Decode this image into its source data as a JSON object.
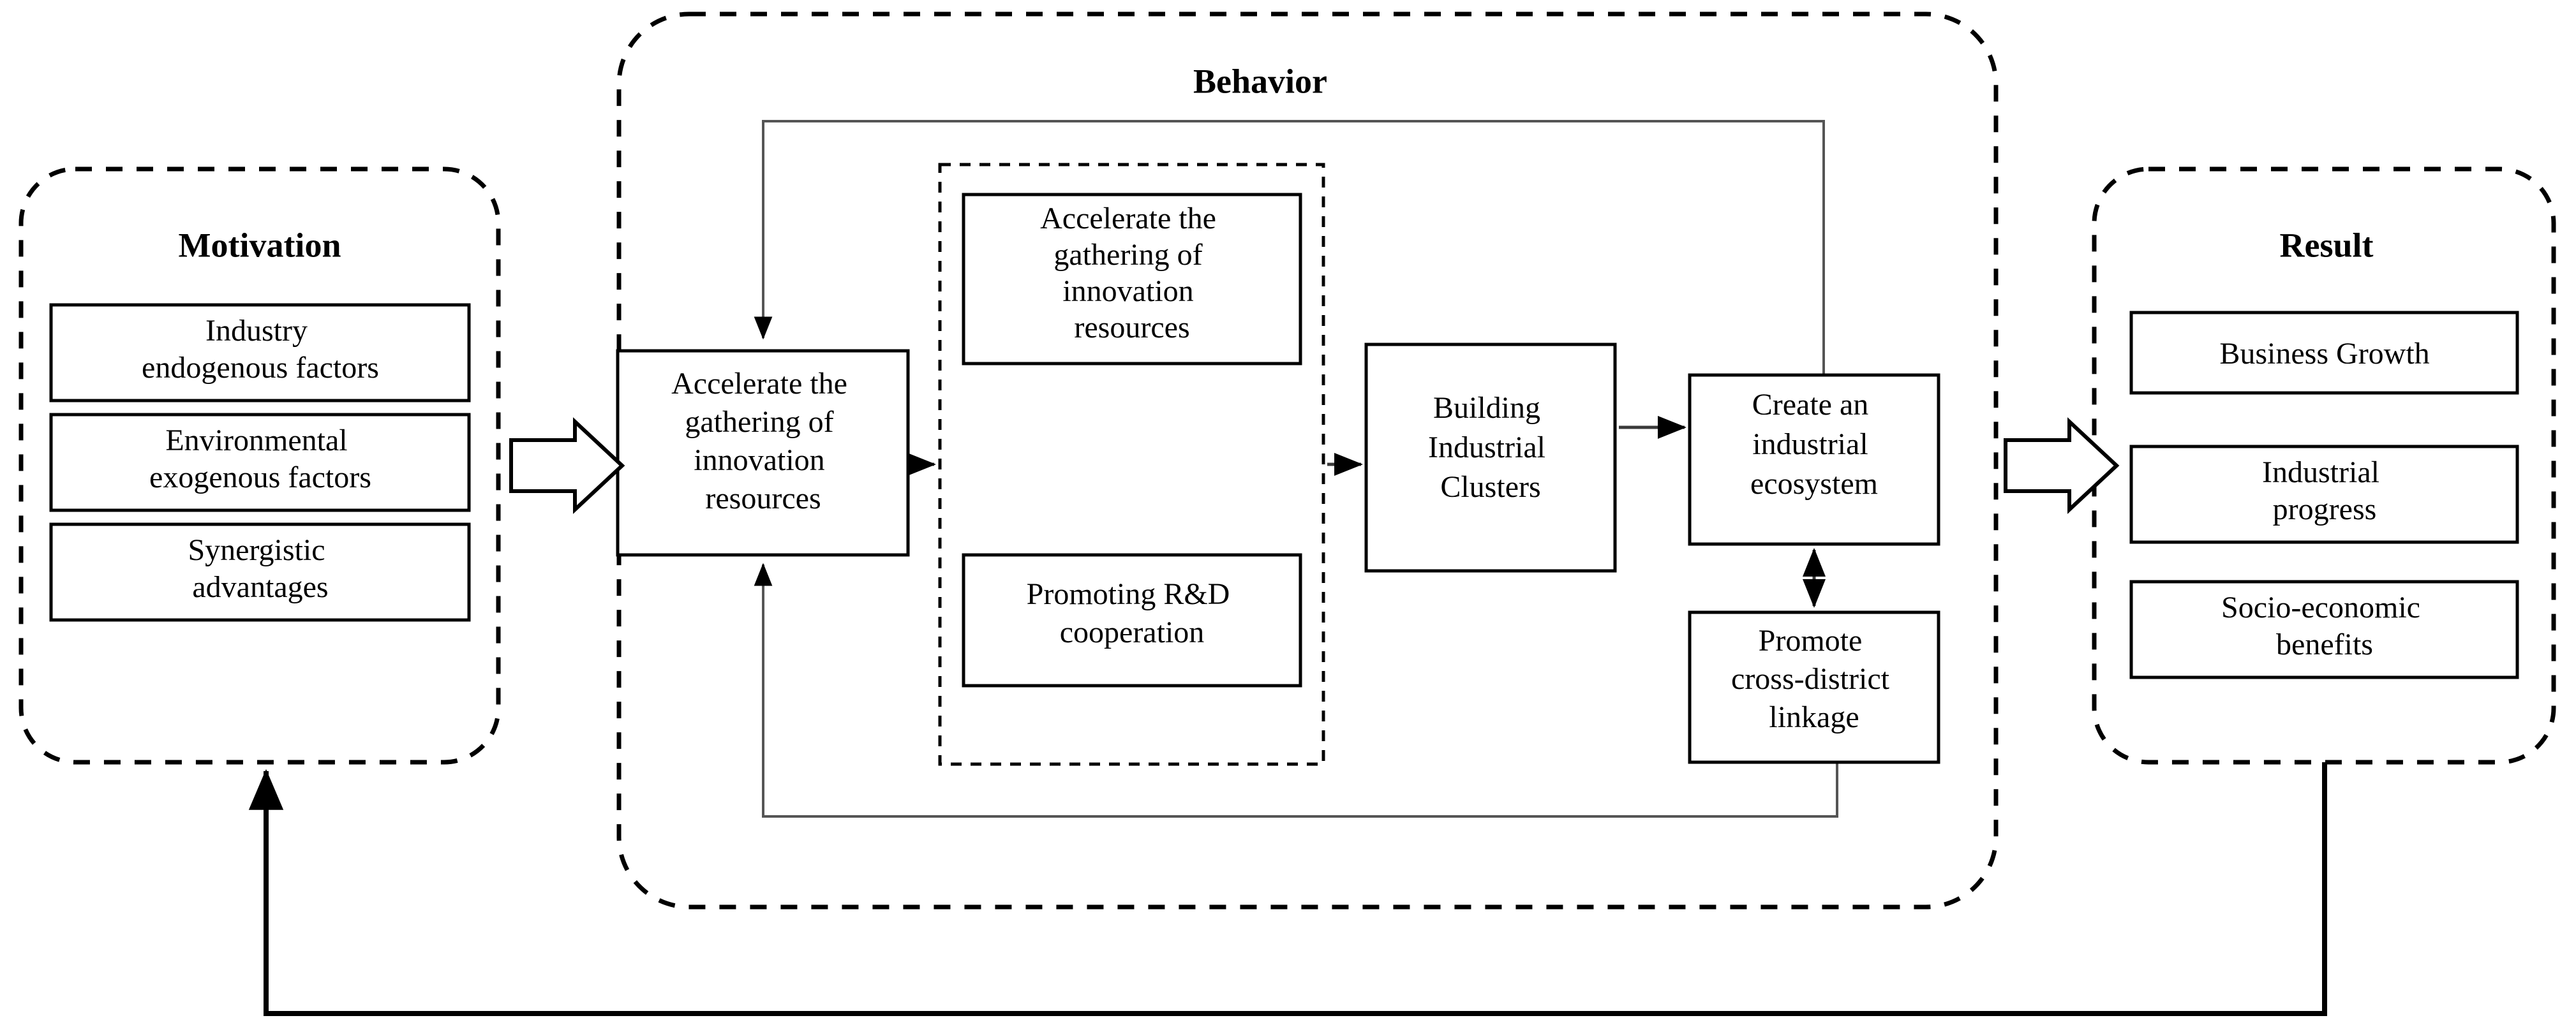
{
  "diagram": {
    "title_text": "",
    "panels": [
      {
        "id": "motivation",
        "title": "Motivation",
        "items": [
          {
            "label": "Industry endogenous factors"
          },
          {
            "label": "Environmental exogenous factors"
          },
          {
            "label": "Synergistic advantages"
          }
        ]
      },
      {
        "id": "behavior",
        "title": "Behavior",
        "nodes": [
          {
            "id": "accelerate-main",
            "label": "Accelerate the gathering of innovation resources"
          },
          {
            "id": "accelerate-inner",
            "label": "Accelerate the gathering of innovation resources"
          },
          {
            "id": "rnd",
            "label": "Promoting R&D cooperation"
          },
          {
            "id": "clusters",
            "label": "Building Industrial Clusters"
          },
          {
            "id": "ecosystem",
            "label": "Create an industrial ecosystem"
          },
          {
            "id": "linkage",
            "label": "Promote cross-district linkage"
          }
        ]
      },
      {
        "id": "result",
        "title": "Result",
        "items": [
          {
            "label": "Business Growth"
          },
          {
            "label": "Industrial progress"
          },
          {
            "label": "Socio-economic benefits"
          }
        ]
      }
    ],
    "colors": {
      "stroke": "#000000",
      "thin_stroke": "#555555",
      "background": "#ffffff"
    },
    "lines": {
      "motivation_to_behavior": "block-arrow-right",
      "behavior_to_result": "block-arrow-right",
      "result_to_motivation": "feedback-loop-bottom",
      "ecosystem_to_accelerate_top": "thin-feedback-top",
      "linkage_to_accelerate_bottom": "thin-feedback-bottom"
    },
    "text_lines": {
      "motivation_item_0": [
        "Industry",
        "endogenous factors"
      ],
      "motivation_item_1": [
        "Environmental",
        "exogenous factors"
      ],
      "motivation_item_2": [
        "Synergistic",
        "advantages"
      ],
      "accelerate_main": [
        "Accelerate the",
        "gathering of",
        "innovation",
        "resources"
      ],
      "accelerate_inner": [
        "Accelerate the",
        "gathering of",
        "innovation",
        "resources"
      ],
      "rnd": [
        "Promoting R&D",
        "cooperation"
      ],
      "clusters": [
        "Building",
        "Industrial",
        "Clusters"
      ],
      "ecosystem": [
        "Create an",
        "industrial",
        "ecosystem"
      ],
      "linkage": [
        "Promote",
        "cross-district",
        "linkage"
      ],
      "result_item_0": [
        "Business Growth"
      ],
      "result_item_1": [
        "Industrial",
        "progress"
      ],
      "result_item_2": [
        "Socio-economic",
        "benefits"
      ]
    }
  }
}
